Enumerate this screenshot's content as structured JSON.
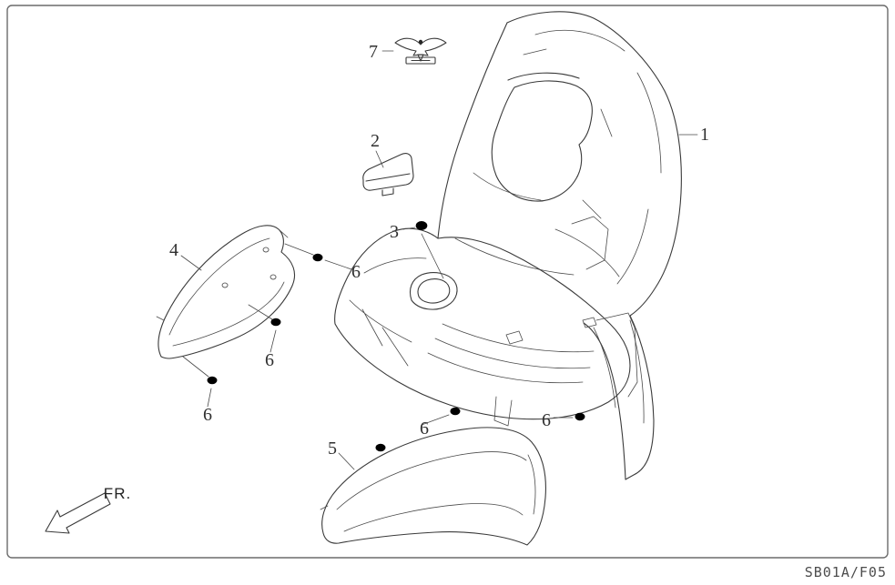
{
  "diagram": {
    "drawing_code": "SB01A/F05",
    "front_marker": "FR.",
    "ink_color": "#3a3a3a",
    "background_color": "#ffffff",
    "callouts": [
      {
        "part": "1"
      },
      {
        "part": "2"
      },
      {
        "part": "3"
      },
      {
        "part": "4"
      },
      {
        "part": "5"
      },
      {
        "part": "6"
      },
      {
        "part": "6"
      },
      {
        "part": "6"
      },
      {
        "part": "6"
      },
      {
        "part": "6"
      },
      {
        "part": "7"
      }
    ]
  }
}
